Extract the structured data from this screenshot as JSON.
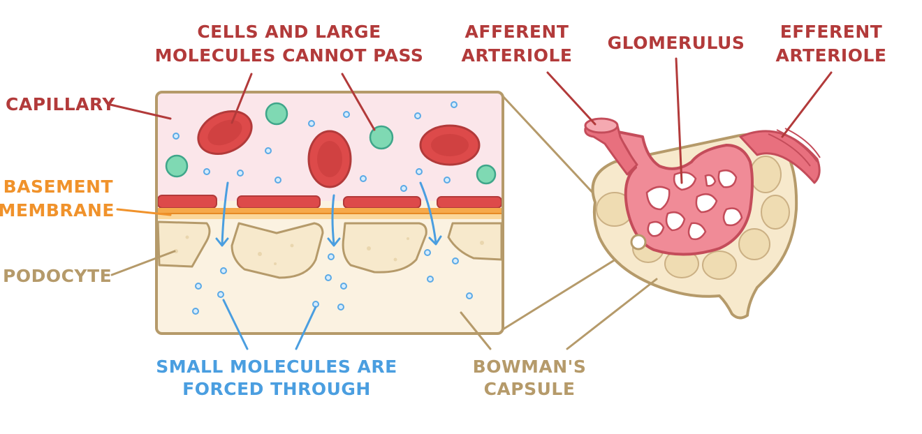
{
  "labels": {
    "capillary": "CAPILLARY",
    "basement_1": "BASEMENT",
    "basement_2": "MEMBRANE",
    "podocyte": "PODOCYTE",
    "cells_1": "CELLS AND LARGE",
    "cells_2": "MOLECULES CANNOT PASS",
    "small_1": "SMALL MOLECULES ARE",
    "small_2": "FORCED THROUGH",
    "bowman_1": "BOWMAN'S",
    "bowman_2": "CAPSULE",
    "afferent_1": "AFFERENT",
    "afferent_2": "ARTERIOLE",
    "glomerulus": "GLOMERULUS",
    "efferent_1": "EFFERENT",
    "efferent_2": "ARTERIOLE"
  },
  "colors": {
    "red_label": "#b23a3a",
    "orange_label": "#f0922b",
    "tan_label": "#b59a6a",
    "blue_label": "#4a9ee0",
    "capillary_fill": "#fbe6ea",
    "rbc_fill": "#dd4a4a",
    "large_molecule": "#7fd9b3",
    "small_molecule": "#5aa9e6",
    "podocyte_fill": "#f7e9cc",
    "outline": "#b59a6a",
    "vessel_pink": "#e8707e"
  }
}
